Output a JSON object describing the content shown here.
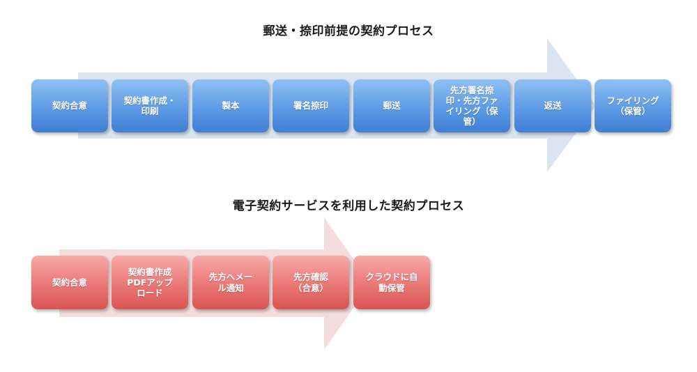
{
  "postal_process": {
    "title": "郵送・捺印前提の契約プロセス",
    "steps": [
      {
        "label": "契約合意"
      },
      {
        "label": "契約書作成・\n印刷"
      },
      {
        "label": "製本"
      },
      {
        "label": "署名捺印"
      },
      {
        "label": "郵送"
      },
      {
        "label": "先方署名捺\n印・先方ファ\nイリング（保\n管）"
      },
      {
        "label": "返送"
      },
      {
        "label": "ファイリング\n（保管）"
      }
    ]
  },
  "electronic_process": {
    "title": "電子契約サービスを利用した契約プロセス",
    "steps": [
      {
        "label": "契約合意"
      },
      {
        "label": "契約書作成\nPDFアップ\nロード"
      },
      {
        "label": "先方へメー\nル通知"
      },
      {
        "label": "先方確認\n（合意）"
      },
      {
        "label": "クラウドに自\n動保管"
      }
    ]
  },
  "colors": {
    "arrow_blue": "#dbe4f1",
    "arrow_red": "#f3dcdc",
    "step_blue": "#5d9be6",
    "step_red": "#ea7776"
  }
}
